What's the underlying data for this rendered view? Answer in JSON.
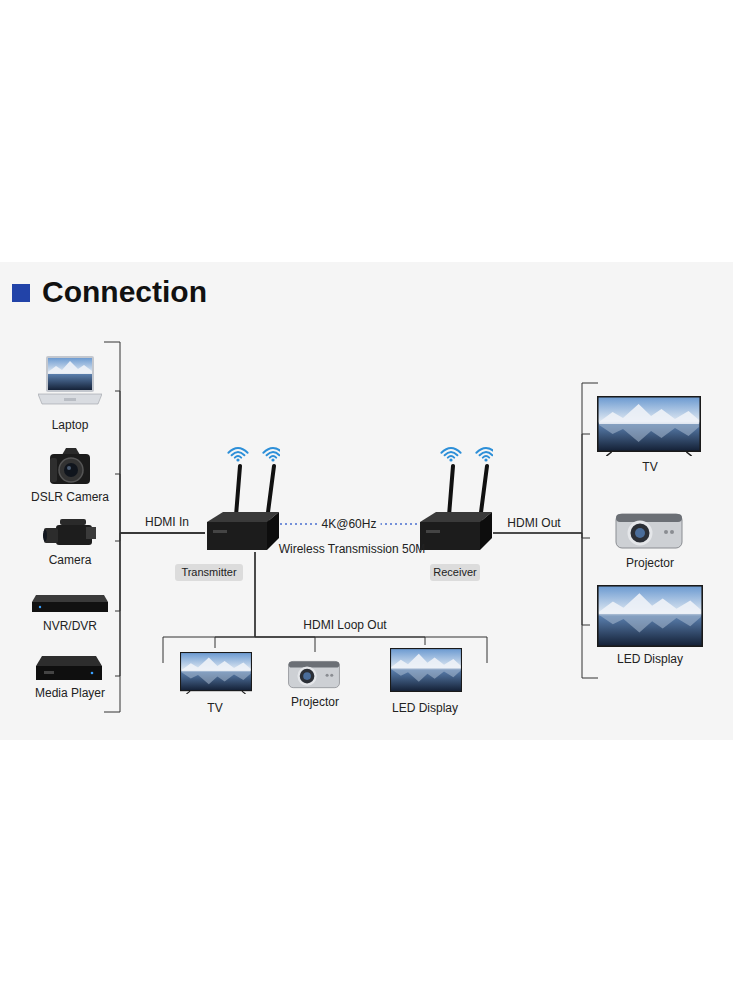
{
  "diagram": {
    "title": "Connection",
    "nodes": [
      {
        "text": [
          "Laptop"
        ]
      },
      {
        "text": [
          "DSLR Camera"
        ]
      },
      {
        "text": [
          "Camera"
        ]
      },
      {
        "text": [
          "NVR/DVR"
        ]
      },
      {
        "text": [
          "Media Player"
        ]
      },
      {
        "text": [
          "Transmitter"
        ]
      },
      {
        "text": [
          "Receiver"
        ]
      },
      {
        "text": [
          "TV"
        ]
      },
      {
        "text": [
          "Projector"
        ]
      },
      {
        "text": [
          "LED Display"
        ]
      },
      {
        "text": [
          "TV"
        ]
      },
      {
        "text": [
          "Projector"
        ]
      },
      {
        "text": [
          "LED Display"
        ]
      }
    ],
    "edges": [
      {
        "from": 0,
        "to": 5,
        "arrow": "none"
      },
      {
        "from": 1,
        "to": 5,
        "arrow": "none"
      },
      {
        "from": 2,
        "to": 5,
        "arrow": "none"
      },
      {
        "from": 3,
        "to": 5,
        "arrow": "none"
      },
      {
        "from": 4,
        "to": 5,
        "arrow": "none"
      },
      {
        "from": 5,
        "to": 6,
        "label": "4K@60Hz",
        "arrow": "none"
      },
      {
        "from": 6,
        "to": 7,
        "arrow": "none"
      },
      {
        "from": 6,
        "to": 8,
        "arrow": "none"
      },
      {
        "from": 6,
        "to": 9,
        "arrow": "none"
      },
      {
        "from": 5,
        "to": 10,
        "arrow": "none"
      },
      {
        "from": 5,
        "to": 11,
        "arrow": "none"
      },
      {
        "from": 5,
        "to": 12,
        "arrow": "none"
      }
    ],
    "labels": [
      "HDMI In",
      "Wireless Transmission 50M",
      "HDMI Out",
      "HDMI Loop Out"
    ]
  }
}
